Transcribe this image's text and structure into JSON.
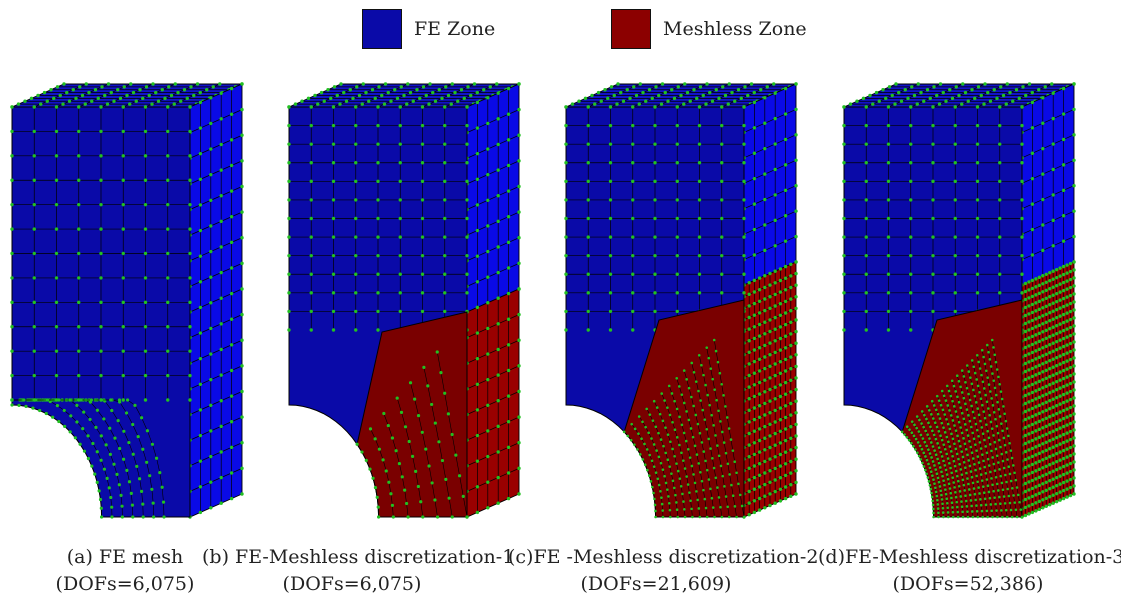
{
  "legend": {
    "items": [
      {
        "label": "FE  Zone",
        "color": "#0a0aa8"
      },
      {
        "label": "Meshless Zone",
        "color": "#8c0000"
      }
    ]
  },
  "colors": {
    "fe_front": "#0a0aa8",
    "fe_top": "#1212c8",
    "fe_side": "#0a0ae6",
    "ml_front": "#7a0000",
    "ml_side": "#9a0000",
    "node": "#22c022",
    "edge": "#000000"
  },
  "panels": [
    {
      "caption_line1": "(a) FE mesh",
      "caption_line2": "(DOFs=6,075)"
    },
    {
      "caption_line1": "(b) FE-Meshless discretization-1",
      "caption_line2": "(DOFs=6,075)"
    },
    {
      "caption_line1": "(c)FE -Meshless discretization-2",
      "caption_line2": "(DOFs=21,609)"
    },
    {
      "caption_line1": "(d)FE-Meshless discretization-3",
      "caption_line2": "(DOFs=52,386)"
    }
  ]
}
